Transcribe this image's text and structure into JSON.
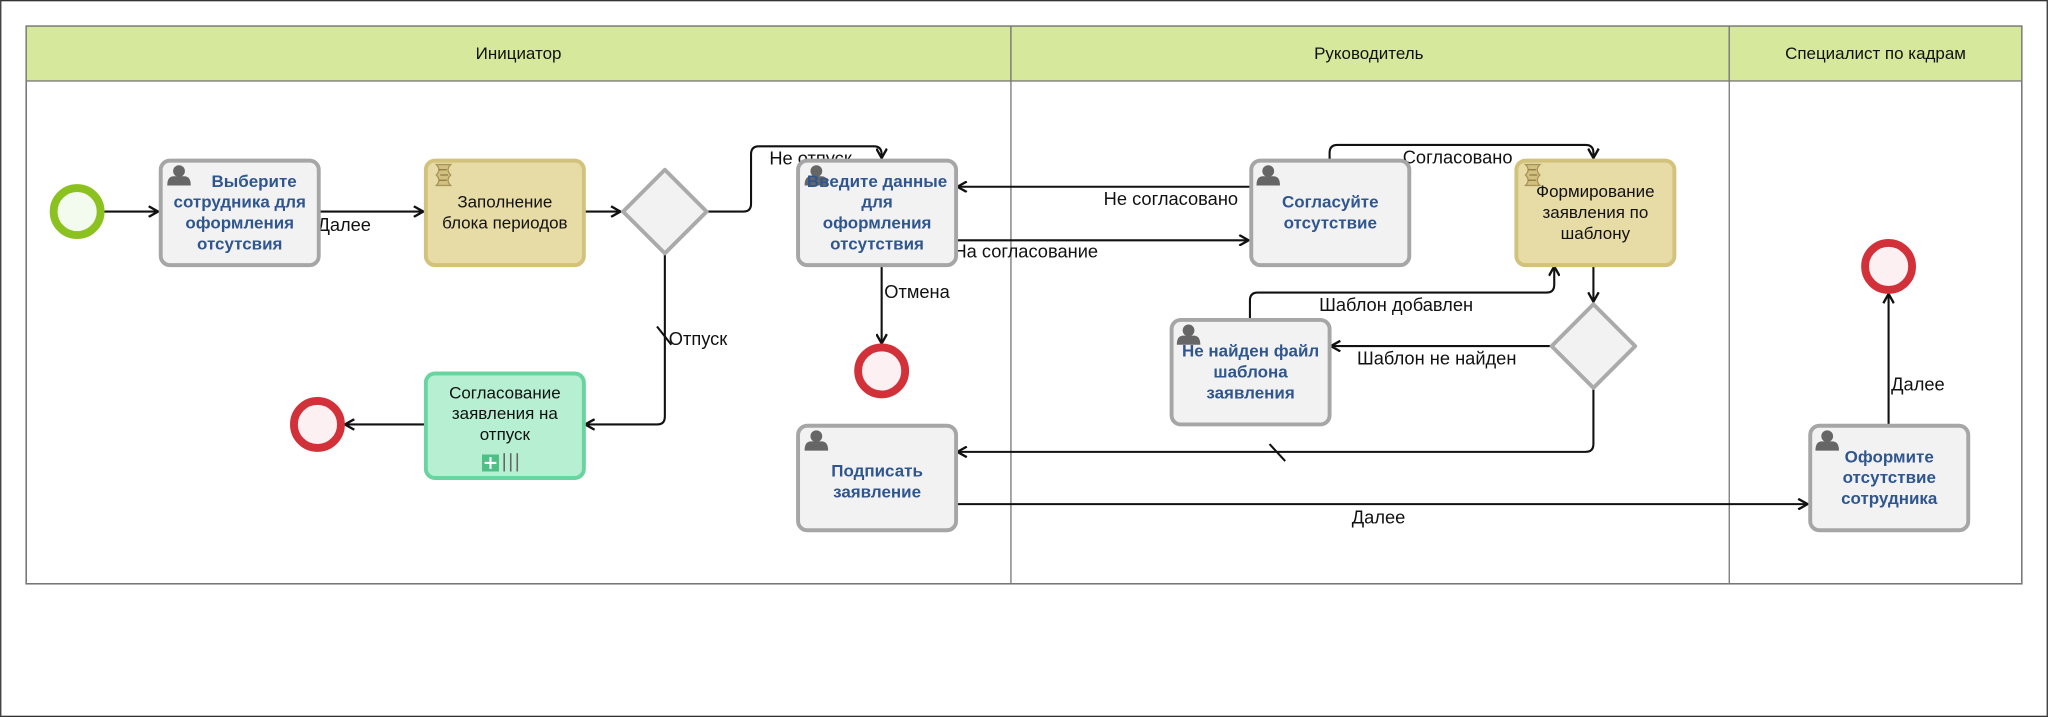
{
  "lanes": [
    {
      "title": "Инициатор"
    },
    {
      "title": "Руководитель"
    },
    {
      "title": "Специалист по кадрам"
    }
  ],
  "colors": {
    "lane_header": "#d5e89b",
    "start_event": "#8cc21f",
    "end_event": "#d3313a",
    "user_task_fill": "#f2f2f2",
    "script_task_fill": "#e7dba6",
    "subprocess_fill": "#b6efd2",
    "task_text": "#2f568f"
  },
  "tasks": {
    "select_employee": {
      "type": "user-task",
      "lines": [
        "Выберите",
        "сотрудника для",
        "оформления",
        "отсутсвия"
      ]
    },
    "fill_periods": {
      "type": "script-task",
      "lines": [
        "Заполнение",
        "блока периодов"
      ]
    },
    "enter_data": {
      "type": "user-task",
      "lines": [
        "Введите данные",
        "для",
        "оформления",
        "отсутствия"
      ]
    },
    "approve_leave": {
      "type": "subprocess-multi-instance",
      "lines": [
        "Согласование",
        "заявления на",
        "отпуск"
      ]
    },
    "sign": {
      "type": "user-task",
      "lines": [
        "Подписать",
        "заявление"
      ]
    },
    "approve_absence": {
      "type": "user-task",
      "lines": [
        "Согласуйте",
        "отсутствие"
      ]
    },
    "form_application": {
      "type": "script-task",
      "lines": [
        "Формирование",
        "заявления по",
        "шаблону"
      ]
    },
    "template_not_found": {
      "type": "user-task",
      "lines": [
        "Не найден файл",
        "шаблона",
        "заявления"
      ]
    },
    "register_absence": {
      "type": "user-task",
      "lines": [
        "Оформите",
        "отсутствие",
        "сотрудника"
      ]
    }
  },
  "edges": {
    "e1": "Далее",
    "not_leave": "Не отпуск",
    "leave": "Отпуск",
    "cancel": "Отмена",
    "to_approval": "На согласование",
    "not_approved": "Не согласовано",
    "approved": "Согласовано",
    "template_added": "Шаблон добавлен",
    "template_missing": "Шаблон не найден",
    "next_sign": "Далее",
    "next_end": "Далее"
  }
}
